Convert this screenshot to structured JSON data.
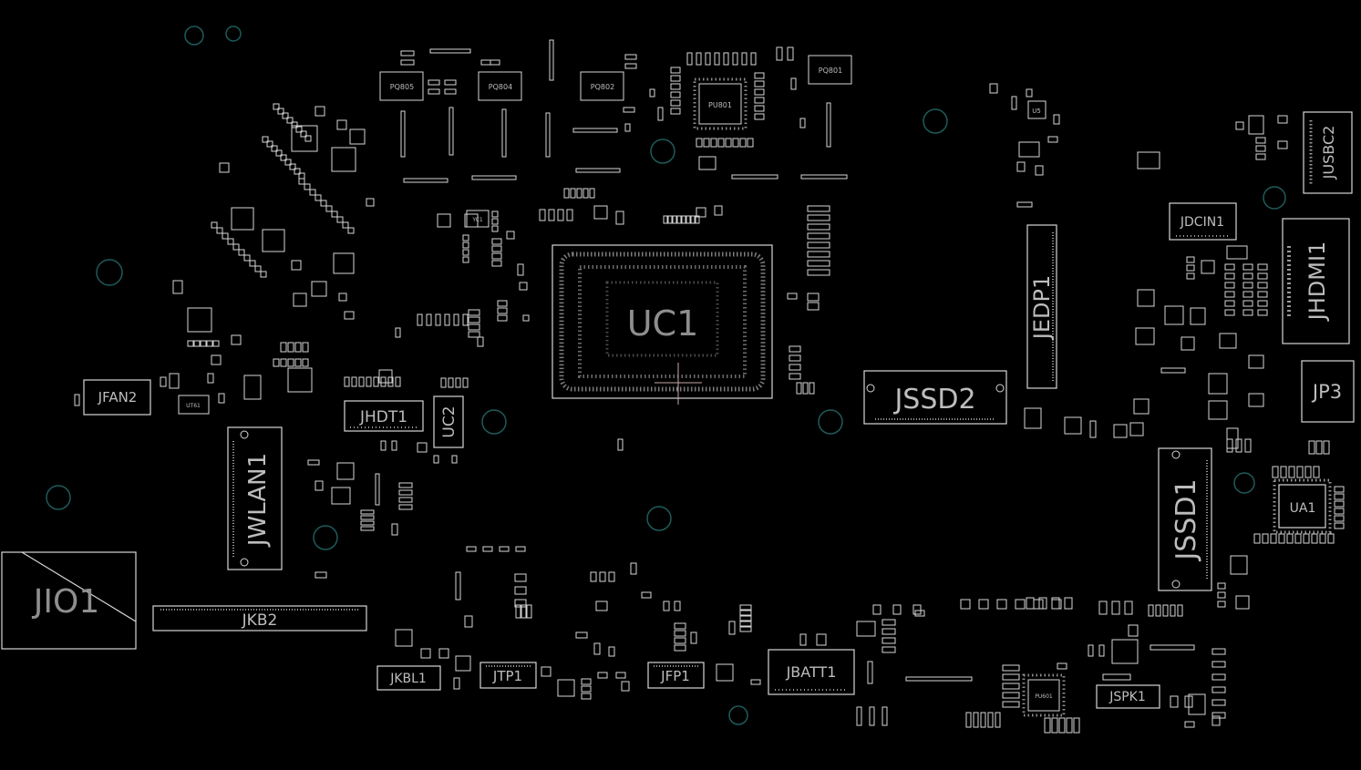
{
  "colors": {
    "background": "#000000",
    "outline": "#d6d6d6",
    "label": "#bdbdbd",
    "hole": "#1f5b5b",
    "marker": "#c9a8a8"
  },
  "major_components": [
    {
      "id": "uc1",
      "label": "UC1"
    },
    {
      "id": "jssd2",
      "label": "JSSD2"
    },
    {
      "id": "jssd1",
      "label": "JSSD1"
    },
    {
      "id": "jedp1",
      "label": "JEDP1"
    },
    {
      "id": "jhdmi1",
      "label": "JHDMI1"
    },
    {
      "id": "jusbc2",
      "label": "JUSBC2"
    },
    {
      "id": "jdcin1",
      "label": "JDCIN1"
    },
    {
      "id": "jp3",
      "label": "JP3"
    },
    {
      "id": "ua1",
      "label": "UA1"
    },
    {
      "id": "jwlan1",
      "label": "JWLAN1"
    },
    {
      "id": "jfan2",
      "label": "JFAN2"
    },
    {
      "id": "jhdt1",
      "label": "JHDT1"
    },
    {
      "id": "uc2",
      "label": "UC2"
    },
    {
      "id": "jio1",
      "label": "JIO1"
    },
    {
      "id": "jkb2",
      "label": "JKB2"
    },
    {
      "id": "jkbl1",
      "label": "JKBL1"
    },
    {
      "id": "jtp1",
      "label": "JTP1"
    },
    {
      "id": "jfp1",
      "label": "JFP1"
    },
    {
      "id": "jbatt1",
      "label": "JBATT1"
    },
    {
      "id": "jspk1",
      "label": "JSPK1"
    }
  ],
  "small_components": [
    {
      "id": "pq805",
      "label": "PQ805"
    },
    {
      "id": "pq804",
      "label": "PQ804"
    },
    {
      "id": "pq802",
      "label": "PQ802"
    },
    {
      "id": "pq801",
      "label": "PQ801"
    },
    {
      "id": "pu801",
      "label": "PU801"
    },
    {
      "id": "pu601",
      "label": "PU601"
    },
    {
      "id": "u5",
      "label": "U5"
    },
    {
      "id": "ut61",
      "label": "UT61"
    },
    {
      "id": "yc1",
      "label": "YC1"
    }
  ]
}
